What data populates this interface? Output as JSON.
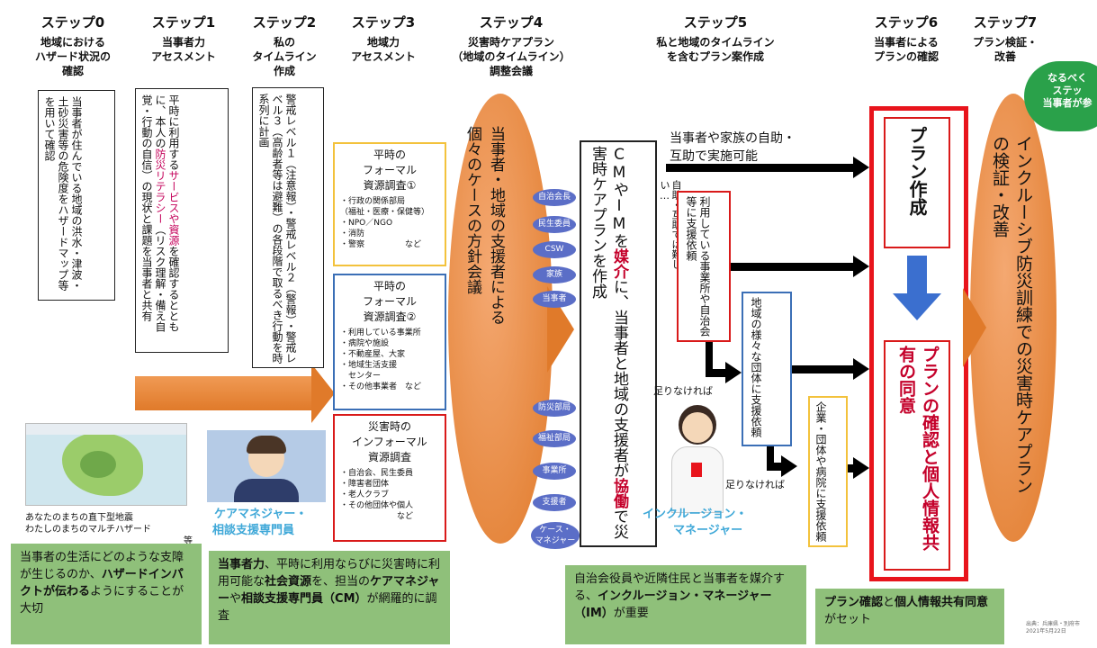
{
  "steps": [
    {
      "num": "ステップ0",
      "title": "地域における\nハザード状況の\n確認"
    },
    {
      "num": "ステップ1",
      "title": "当事者力\nアセスメント"
    },
    {
      "num": "ステップ2",
      "title": "私の\nタイムライン\n作成"
    },
    {
      "num": "ステップ3",
      "title": "地域力\nアセスメント"
    },
    {
      "num": "ステップ4",
      "title": "災害時ケアプラン\n（地域のタイムライン）\n調整会議"
    },
    {
      "num": "ステップ5",
      "title": "私と地域のタイムライン\nを含むプラン案作成"
    },
    {
      "num": "ステップ6",
      "title": "当事者による\nプランの確認"
    },
    {
      "num": "ステップ7",
      "title": "プラン検証・\n改善"
    }
  ],
  "step0_text": "当事者が住んでいる地域の洪水・津波・土砂災害等の危険度をハザードマップ等を用いて確認",
  "step1_text": {
    "a": "平時に利用する",
    "b": "サービスや資源",
    "c": "を確認するとともに、本人の",
    "d": "防災リテラシー",
    "e": "（リスク理解・備え自覚・行動の自信）の現状と課題を当事者と共有"
  },
  "step2_text": "警戒レベル１（注意報）・警戒レベル２（警報）・警戒レベル３（高齢者等は避難）の各段階で取るべき行動を時系列に計画",
  "res1": {
    "title": "平時の\nフォーマル\n資源調査①",
    "items": [
      "・行政の関係部局",
      "（福祉・医療・保健等）",
      "・NPO／NGO",
      "・消防",
      "・警察　　　　　など"
    ]
  },
  "res2": {
    "title": "平時の\nフォーマル\n資源調査②",
    "items": [
      "・利用している事業所",
      "・病院や施設",
      "・不動産屋、大家",
      "・地域生活支援",
      "　センター",
      "・その他事業者　など"
    ]
  },
  "res3": {
    "title": "災害時の\nインフォーマル\n資源調査",
    "items": [
      "・自治会、民生委員",
      "・障害者団体",
      "・老人クラブ",
      "・その他団体や個人",
      "　　　　　　　など"
    ]
  },
  "meeting_text": "個々のケースの方針会議",
  "meeting_text2": "当事者・地域の支援者による",
  "participants_top": [
    "自治会長",
    "民生委員",
    "CSW",
    "家族",
    "当事者"
  ],
  "participants_bottom": [
    "防災部局",
    "福祉部局",
    "事業所",
    "支援者",
    "ケース・\nマネジャー"
  ],
  "step5_main": {
    "a": "CMやIMを",
    "b": "媒介",
    "c": "に、当事者と地域の支援者が",
    "d": "協働",
    "e": "で災害時ケアプランを作成"
  },
  "self_help": "当事者や家族の自助・\n互助で実施可能",
  "difficult": "自助・互助では難しい…",
  "request1": "利用している事業所や自治会等に支援依頼",
  "request2": "地域の様々な団体に支援依頼",
  "request3": "企業・団体や病院に支援依頼",
  "shortage1": "足りなければ",
  "shortage2": "足りなければ",
  "plan_create": "プラン作成",
  "plan_confirm": "プランの確認と個人情報共有の同意",
  "step7_main": "インクルーシブ防災訓練での災害時ケアプランの検証・改善",
  "cloud": "なるべく\nステッ\n当事者が参",
  "map_caption1": "あなたのまちの直下型地震",
  "map_caption2": "わたしのまちのマルチハザード",
  "map_caption3": "等",
  "cm_label_1": "ケアマネジャー・",
  "cm_label_2": "相談支援専門員",
  "im_label_1": "インクルージョン・",
  "im_label_2": "マネージャー",
  "notes": {
    "n0": {
      "a": "当事者の生活にどのような支障が生じるのか、",
      "b": "ハザードインパクトが伝わる",
      "c": "ようにすることが大切"
    },
    "n1": {
      "a": "当事者力",
      "b": "、平時に利用ならびに災害時に利用可能な",
      "c": "社会資源",
      "d": "を、担当の",
      "e": "ケアマネジャー",
      "f": "や",
      "g": "相談支援専門員（CM）",
      "h": "が網羅的に調査"
    },
    "n5": {
      "a": "自治会役員や近隣住民と当事者を媒介する、",
      "b": "インクルージョン・マネージャー（IM）",
      "c": "が重要"
    },
    "n6": {
      "a": "プラン確認",
      "b": "と",
      "c": "個人情報共有同意",
      "d": "がセット"
    }
  },
  "credit": "出典：兵庫県・別府市\n2021年5月22日"
}
